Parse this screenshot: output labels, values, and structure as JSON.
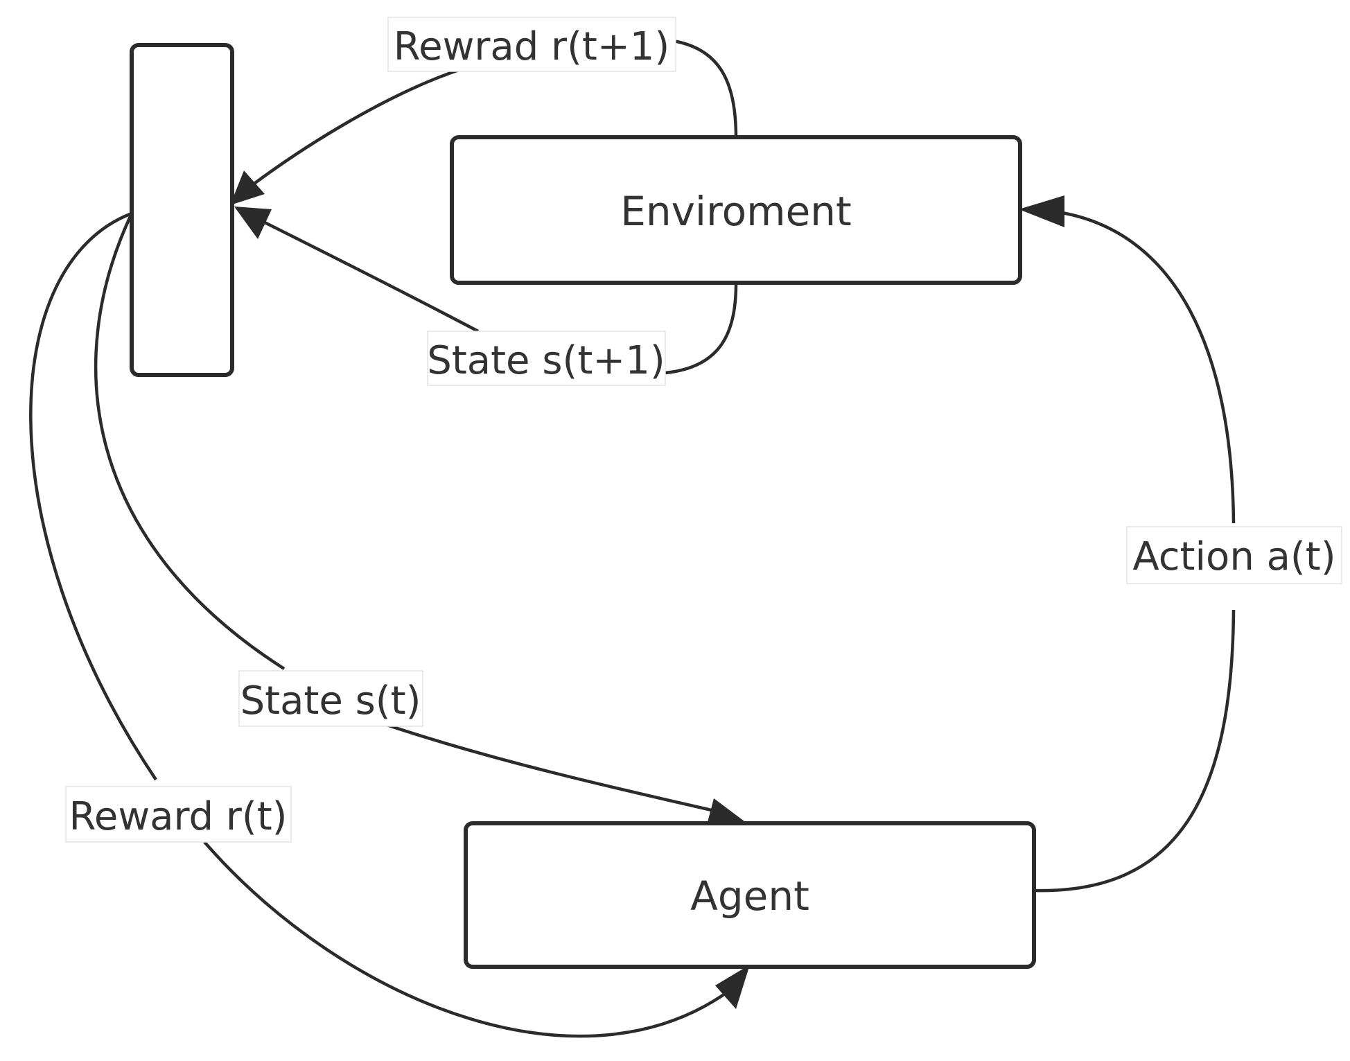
{
  "nodes": {
    "environment": {
      "label": "Enviroment"
    },
    "agent": {
      "label": "Agent"
    },
    "buffer": {
      "label": ""
    }
  },
  "edges": {
    "reward_next": {
      "label": "Rewrad r(t+1)"
    },
    "state_next": {
      "label": "State s(t+1)"
    },
    "action": {
      "label": "Action a(t)"
    },
    "state": {
      "label": "State s(t)"
    },
    "reward": {
      "label": "Reward r(t)"
    }
  },
  "colors": {
    "stroke": "#2b2b2b",
    "text": "#333333",
    "background": "#ffffff"
  }
}
